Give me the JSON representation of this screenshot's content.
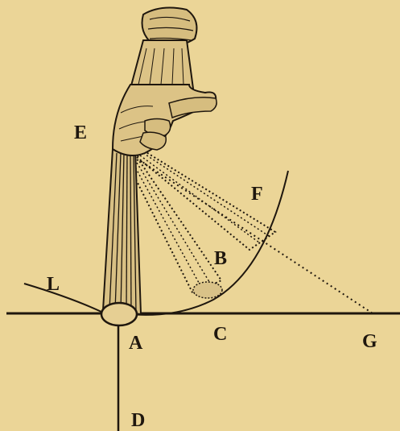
{
  "labels": {
    "E": "E",
    "F": "F",
    "B": "B",
    "L": "L",
    "A": "A",
    "C": "C",
    "G": "G",
    "D": "D"
  }
}
